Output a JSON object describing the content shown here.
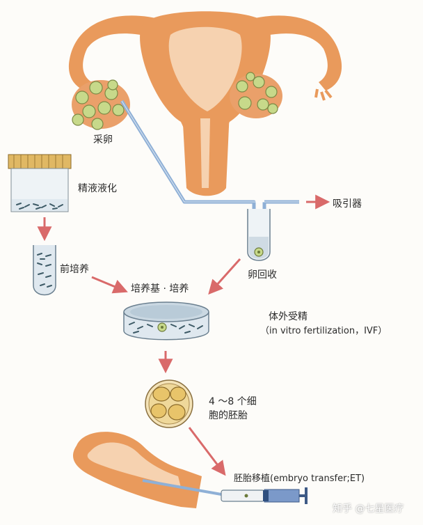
{
  "labels": {
    "egg_retrieval": "采卵",
    "semen_liquefaction": "精液液化",
    "suction": "吸引器",
    "pre_culture": "前培养",
    "egg_collection": "卵回收",
    "culture_medium": "培养基 · 培养",
    "ivf_cn": "体外受精",
    "ivf_en": "（in vitro fertilization，IVF）",
    "embryo_line1": "4 ～8 个细",
    "embryo_line2": "胞的胚胎",
    "embryo_transfer": "胚胎移植(embryo transfer;ET)"
  },
  "watermark": "知乎 @七星医疗",
  "colors": {
    "uterus_orange": "#e99a5c",
    "uterus_light": "#f6d2b0",
    "arrow_red": "#d96a6a",
    "tube_blue": "#8fb0d6",
    "follicle_green": "#c7d98a",
    "embryo_yellow": "#e8c46a",
    "liquid_blue": "#dfe8ef"
  },
  "icons": [
    "uterus-icon",
    "ovary-icon",
    "specimen-jar-icon",
    "test-tube-icon",
    "petri-dish-icon",
    "embryo-icon",
    "catheter-icon",
    "syringe-icon"
  ]
}
